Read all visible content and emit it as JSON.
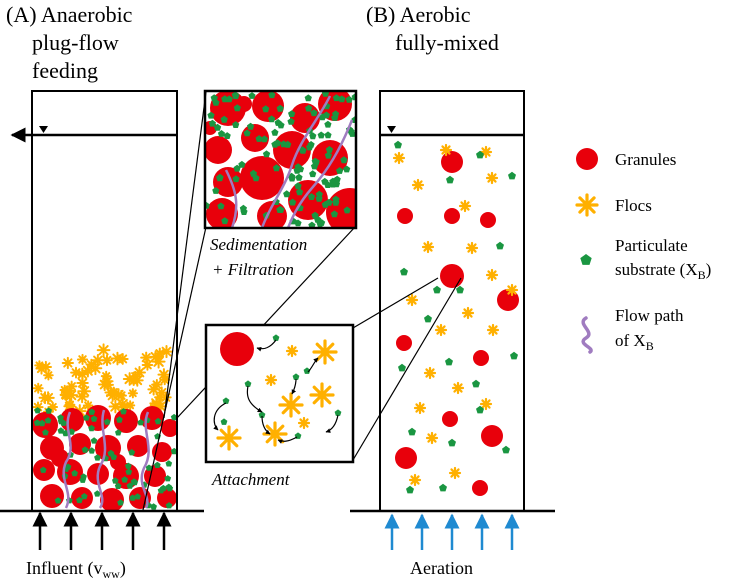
{
  "panels": {
    "a": {
      "title": [
        "(A) Anaerobic",
        "plug-flow",
        "feeding"
      ],
      "influent_main": "Influent (v",
      "influent_sub": "ww",
      "influent_close": ")"
    },
    "b": {
      "title": [
        "(B) Aerobic",
        "fully-mixed"
      ],
      "aeration": "Aeration"
    }
  },
  "insets": {
    "sedimentation": {
      "caption": [
        "Sedimentation",
        "+ Filtration"
      ]
    },
    "attachment": {
      "caption": "Attachment"
    }
  },
  "legend": {
    "granules": "Granules",
    "flocs": "Flocs",
    "particulate_1": "Particulate",
    "particulate_2": "substrate (X",
    "particulate_sub": "B",
    "particulate_close": ")",
    "flow_1": "Flow path",
    "flow_2": "of X",
    "flow_sub": "B"
  },
  "colors": {
    "granule": "#e8000b",
    "floc": "#ffb000",
    "substrate": "#1a9641",
    "flow_path": "#a07cc0",
    "aeration": "#1f8ad1"
  }
}
